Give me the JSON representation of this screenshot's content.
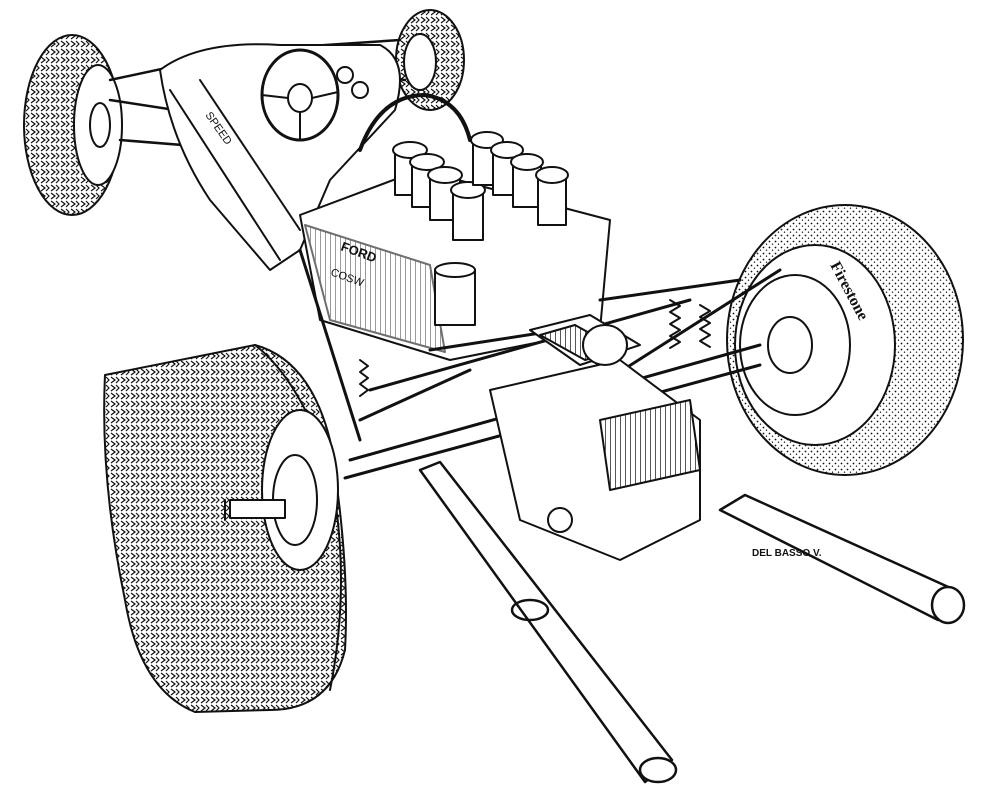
{
  "illustration": {
    "subject": "racing-car-chassis-cutaway",
    "ink_color": "#111111",
    "paper_color": "#ffffff"
  },
  "labels": {
    "tire_brand": "Firestone",
    "engine_badge": "FORD",
    "signature": "DEL BASSO V."
  }
}
